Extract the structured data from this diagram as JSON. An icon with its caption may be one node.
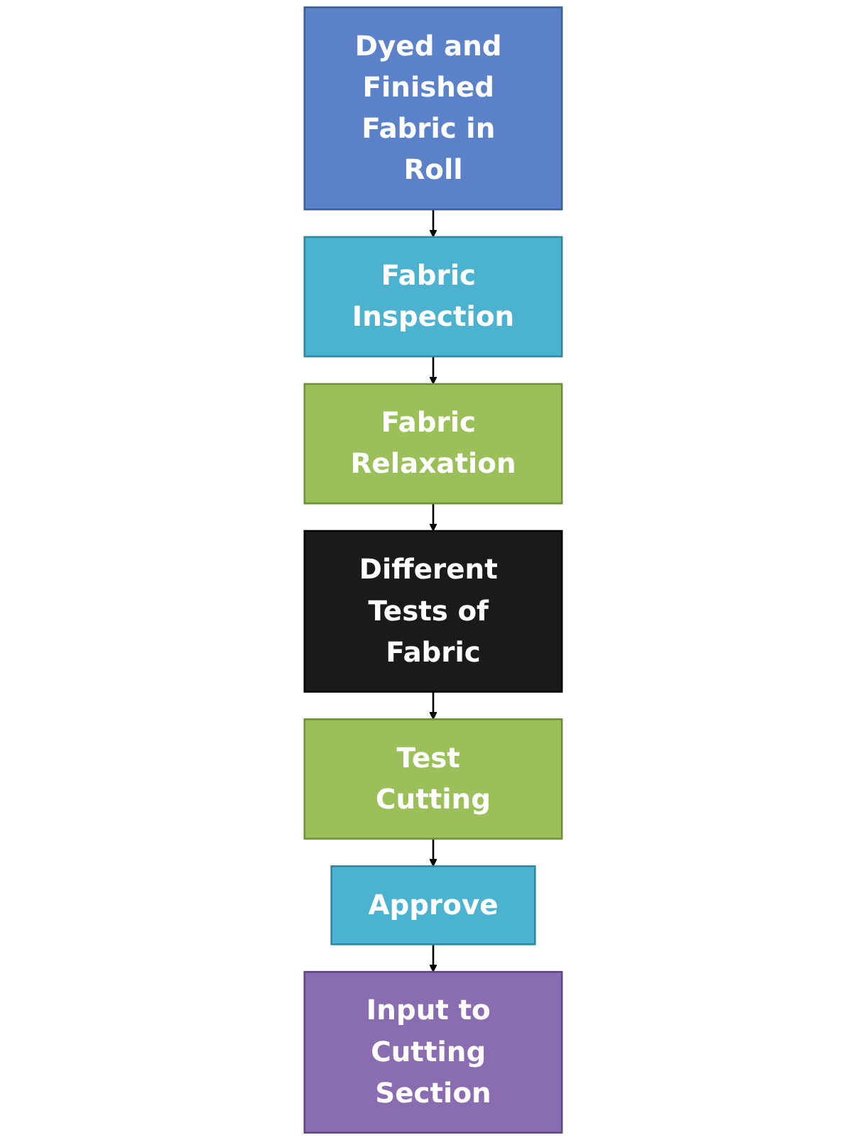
{
  "diagram": {
    "nodes": [
      {
        "text": [
          "Dyed and Finished Fabric in Roll"
        ]
      },
      {
        "text": [
          "Fabric Inspection"
        ]
      },
      {
        "text": [
          "Fabric Relaxation"
        ]
      },
      {
        "text": [
          "Different Tests of Fabric"
        ]
      },
      {
        "text": [
          "Test Cutting"
        ]
      },
      {
        "text": [
          "Approve"
        ]
      },
      {
        "text": [
          "Input to Cutting Section"
        ]
      }
    ],
    "edges": [
      {
        "from": 0,
        "to": 1,
        "arrow": "to"
      },
      {
        "from": 1,
        "to": 2,
        "arrow": "to"
      },
      {
        "from": 2,
        "to": 3,
        "arrow": "to"
      },
      {
        "from": 3,
        "to": 4,
        "arrow": "to"
      },
      {
        "from": 4,
        "to": 5,
        "arrow": "to"
      },
      {
        "from": 5,
        "to": 6,
        "arrow": "to"
      }
    ]
  }
}
